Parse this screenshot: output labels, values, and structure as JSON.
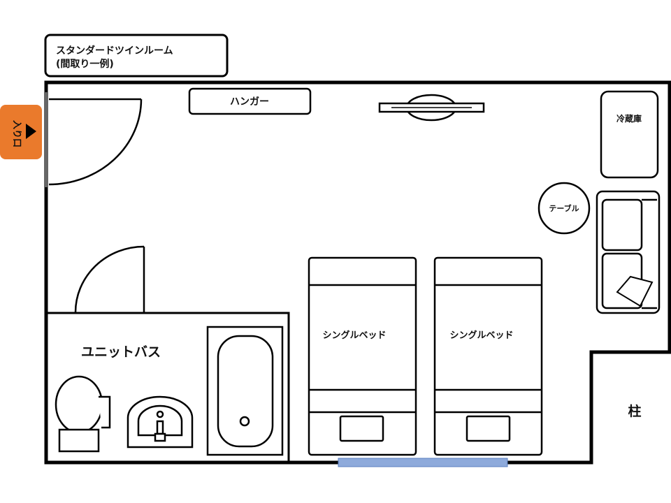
{
  "title": {
    "line1": "スタンダードツインルーム",
    "line2": "(間取り一例)"
  },
  "entrance": {
    "label": "入り口",
    "color": "#ea7a2c"
  },
  "labels": {
    "hanger": "ハンガー",
    "fridge": "冷蔵庫",
    "table": "テーブル",
    "unit_bath": "ユニットバス",
    "bed_left": "シングルベッド",
    "bed_right": "シングルベッド",
    "pillar": "柱"
  },
  "colors": {
    "wall": "#000000",
    "window": "#8eaadb",
    "door_frame": "#666666"
  }
}
